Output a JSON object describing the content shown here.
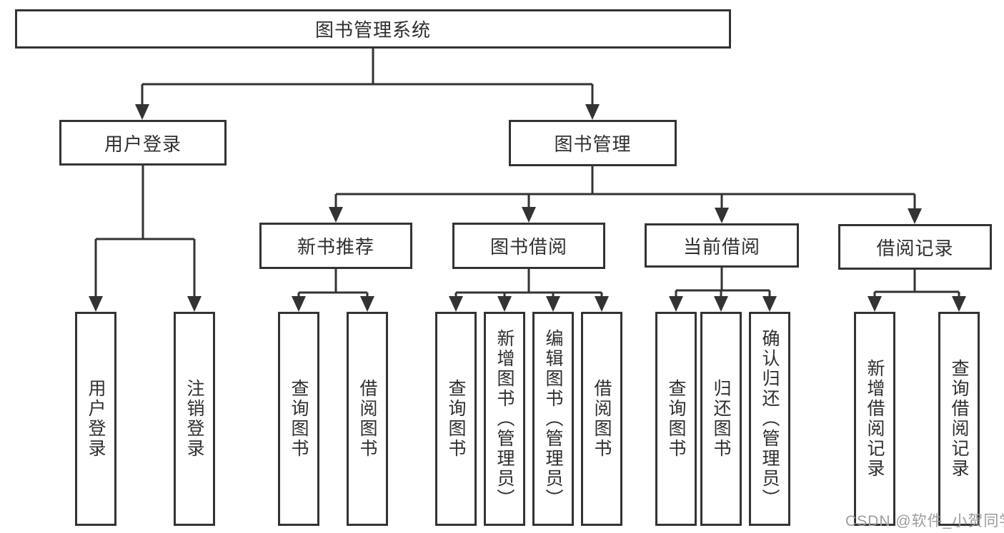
{
  "tree": {
    "label": "图书管理系统",
    "children": [
      {
        "label": "用户登录",
        "children": [
          {
            "label": "用户登录"
          },
          {
            "label": "注销登录"
          }
        ]
      },
      {
        "label": "图书管理",
        "children": [
          {
            "label": "新书推荐",
            "children": [
              {
                "label": "查询图书"
              },
              {
                "label": "借阅图书"
              }
            ]
          },
          {
            "label": "图书借阅",
            "children": [
              {
                "label": "查询图书"
              },
              {
                "label": "新增图书（管理员）"
              },
              {
                "label": "编辑图书（管理员）"
              },
              {
                "label": "借阅图书"
              }
            ]
          },
          {
            "label": "当前借阅",
            "children": [
              {
                "label": "查询图书"
              },
              {
                "label": "归还图书"
              },
              {
                "label": "确认归还（管理员）"
              }
            ]
          },
          {
            "label": "借阅记录",
            "children": [
              {
                "label": "新增借阅记录"
              },
              {
                "label": "查询借阅记录"
              }
            ]
          }
        ]
      }
    ]
  },
  "watermark": "CSDN @软件_小贺同学",
  "colors": {
    "line": "#333333",
    "text": "#2f2f2f",
    "background": "#ffffff",
    "watermark": "#9c9c9c"
  }
}
